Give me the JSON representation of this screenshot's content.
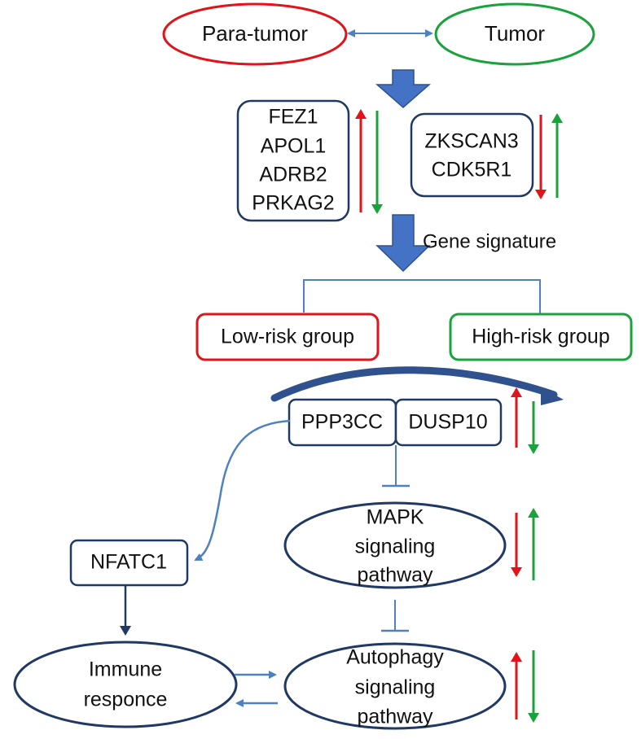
{
  "colors": {
    "red": "#e0141b",
    "green": "#1aa33c",
    "navy": "#1f3864",
    "blue_arrow": "#4472c4",
    "blue_line": "#4f81bd",
    "text": "#111111"
  },
  "top": {
    "left": "Para-tumor",
    "right": "Tumor"
  },
  "genes": {
    "left": [
      "FEZ1",
      "APOL1",
      "ADRB2",
      "PRKAG2"
    ],
    "right": [
      "ZKSCAN3",
      "CDK5R1"
    ]
  },
  "signature_label": "Gene signature",
  "groups": {
    "low": "Low-risk group",
    "high": "High-risk group"
  },
  "targets": {
    "left": "PPP3CC",
    "right": "DUSP10"
  },
  "mapk": [
    "MAPK",
    "signaling",
    "pathway"
  ],
  "autophagy": [
    "Autophagy",
    "signaling",
    "pathway"
  ],
  "nfatc1": "NFATC1",
  "immune": [
    "Immune",
    "responce"
  ]
}
